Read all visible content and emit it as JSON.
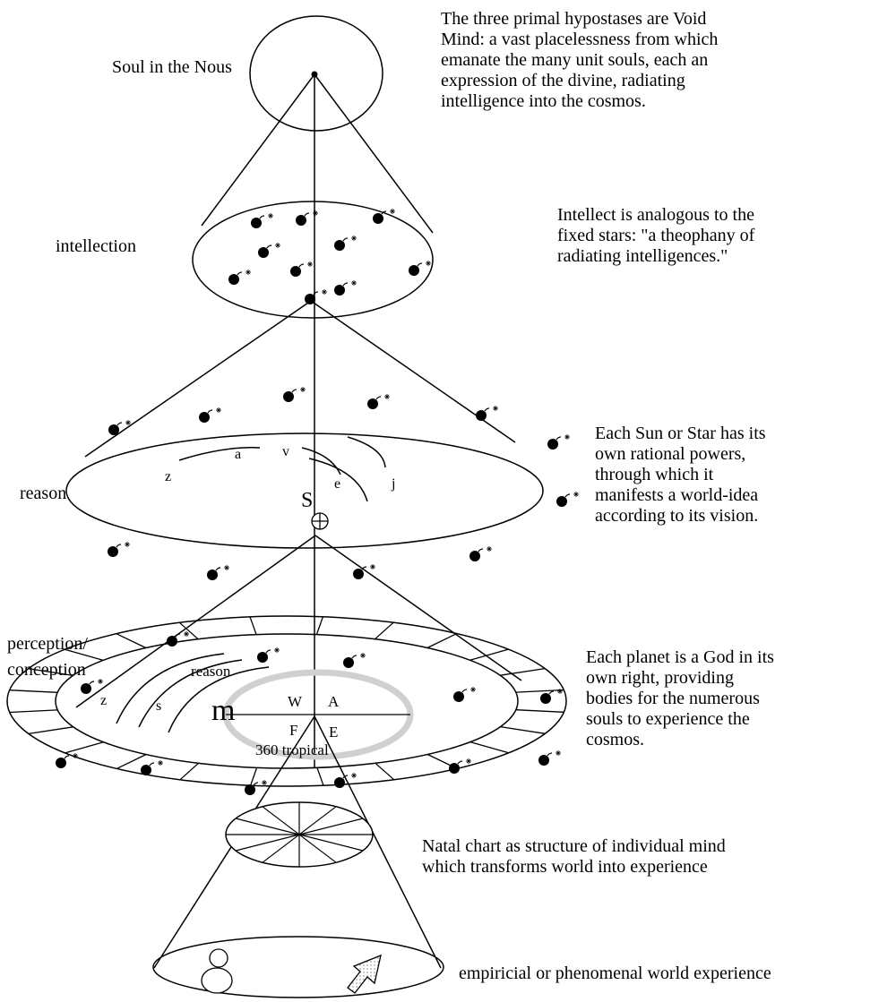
{
  "levels": {
    "soul_label": "Soul in the Nous",
    "intellection_label": "intellection",
    "reason_label": "reason",
    "perception_label": [
      "perception/",
      "conception"
    ]
  },
  "sun_sphere": {
    "letters": [
      "z",
      "a",
      "v",
      "e",
      "j"
    ],
    "center_letter": "S"
  },
  "planet_disc": {
    "arc_letters": [
      "z",
      "s"
    ],
    "arc_label": "reason",
    "glyph": "m",
    "elements": [
      "W",
      "A",
      "F",
      "E"
    ],
    "zodiac_label": "360 tropical"
  },
  "descriptions": {
    "void_mind": [
      "The three primal hypostases are Void",
      "Mind: a vast placelessness from which",
      "emanate the many unit souls, each an",
      "expression of the divine, radiating",
      "intelligence into the cosmos."
    ],
    "intellect": [
      "Intellect is analogous to the",
      "fixed stars: \"a theophany of",
      "radiating intelligences.\""
    ],
    "sun_star": [
      "Each Sun or Star has its",
      "own rational powers,",
      "through which it",
      "manifests a world-idea",
      "according to its vision."
    ],
    "planet": [
      "Each planet is a God in its",
      "own right, providing",
      "bodies for the numerous",
      "souls to experience the",
      "cosmos."
    ],
    "natal_chart": [
      "Natal chart as structure of individual mind",
      "which transforms world into experience"
    ],
    "world": [
      "empiricial or phenomenal world experience"
    ]
  },
  "icons": {
    "star": "bomb-star-icon",
    "earth": "earth-symbol-icon",
    "person": "person-figure-icon",
    "arrow": "up-right-arrow-icon"
  }
}
